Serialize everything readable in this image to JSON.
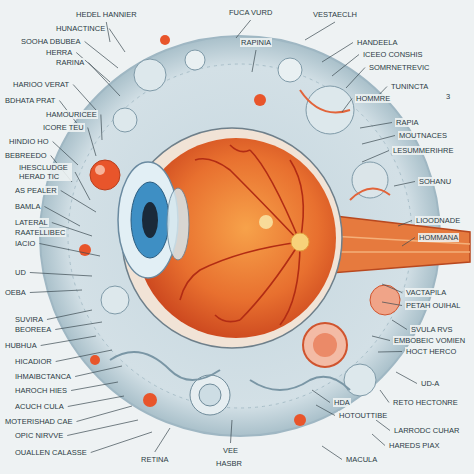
{
  "diagram": {
    "labels": [
      "HEDEL HANNIER",
      "FUCA VURD",
      "VESTAECLH",
      "HUNACTINCE",
      "SOOHA DBUBEA",
      "HERRA",
      "RARINA",
      "RAPINIA",
      "HANDEELA",
      "ICEEO CONSHIS",
      "SOMRNETREVIC",
      "TUNINCTA",
      "HOMMRE",
      "3",
      "HARIOO VERAT",
      "BDHATA PRAT",
      "HAMOURICEE",
      "ICORE TEU",
      "HINDIO HO",
      "BEBREEDO",
      "IHESCLUDGE HERAD TIC",
      "AS PEALER",
      "BAMLA",
      "LATERAL",
      "RAATELLIBEC",
      "IACIO",
      "UD",
      "OEBA",
      "SUVIRA",
      "BEOREEA",
      "HUBHUA",
      "HICADIOR",
      "IHMAIBCTANCA",
      "HAROCH HIES",
      "ACUCH CULA",
      "MOTERISHAD CAE",
      "OPIC NIRVVE",
      "OUALLEN CALASSE",
      "RAPIA",
      "MOUTNACES",
      "LESUMMERIHRE",
      "SOHANU",
      "LIOODNADE",
      "HOMMANA",
      "VACTAPILA",
      "PETAH OUIHAL",
      "SVULA RVS",
      "EMBOBEIC VOMIEN",
      "HOCT HERCO",
      "UD-A",
      "HDA",
      "RETO HECTONRE",
      "HOTOUTTIBE",
      "LARRODC CUHAR",
      "HAREDS PIAX",
      "MACULA",
      "RETINA",
      "VEE",
      "HASBR"
    ]
  }
}
